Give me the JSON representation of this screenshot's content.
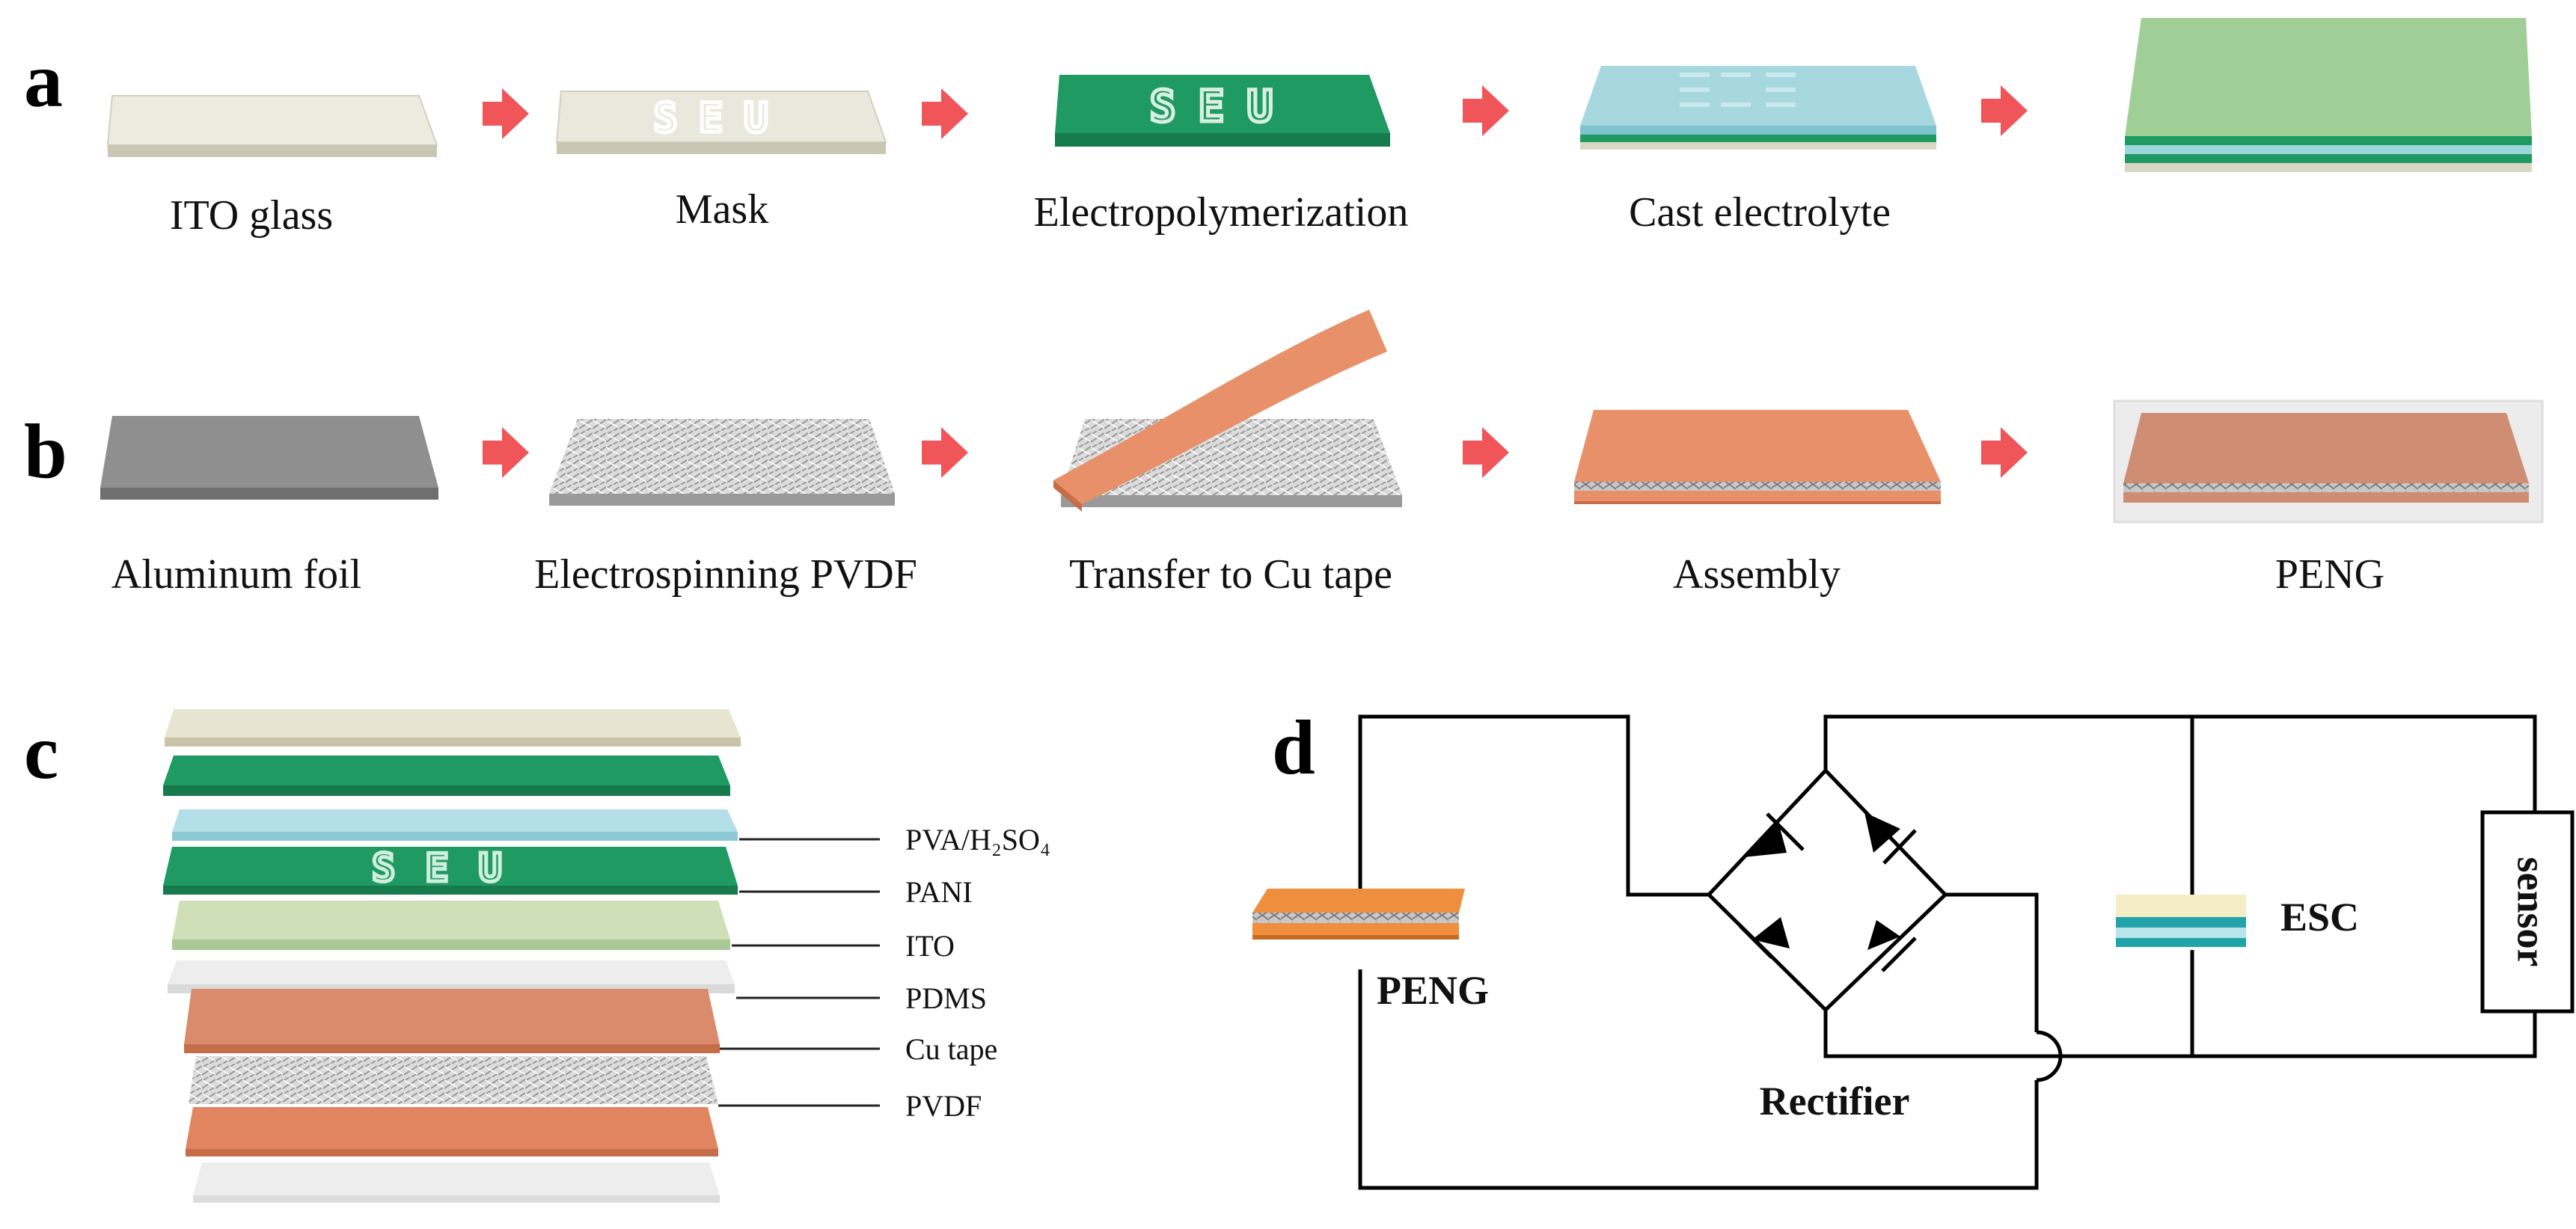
{
  "panel_a": {
    "label": "a",
    "steps": [
      {
        "caption": "ITO glass"
      },
      {
        "caption": "Mask",
        "pattern_text": "SEU"
      },
      {
        "caption": "Electropolymerization",
        "pattern_text": "SEU"
      },
      {
        "caption": "Cast electrolyte"
      },
      {
        "caption": ""
      }
    ]
  },
  "panel_b": {
    "label": "b",
    "steps": [
      {
        "caption": "Aluminum foil"
      },
      {
        "caption": "Electrospinning PVDF"
      },
      {
        "caption": "Transfer to Cu tape"
      },
      {
        "caption": "Assembly"
      },
      {
        "caption": "PENG"
      }
    ]
  },
  "panel_c": {
    "label": "c",
    "pattern_text": "SEU",
    "layer_labels": {
      "electrolyte": "PVA/H₂SO₄",
      "pani": "PANI",
      "ito": "ITO",
      "pdms": "PDMS",
      "cu_tape": "Cu tape",
      "pvdf": "PVDF"
    }
  },
  "panel_d": {
    "label": "d",
    "peng_label": "PENG",
    "rectifier_label": "Rectifier",
    "esc_label": "ESC",
    "sensor_label": "sensor"
  },
  "colors": {
    "arrow": "#f0555a",
    "ito_glass": "#ecebdf",
    "pani_green": "#1f9a63",
    "electrolyte_blue": "#a7d8e0",
    "light_green": "#9fcf96",
    "aluminum": "#8f8f8f",
    "copper": "#e8906a",
    "pdms": "#ececec"
  }
}
